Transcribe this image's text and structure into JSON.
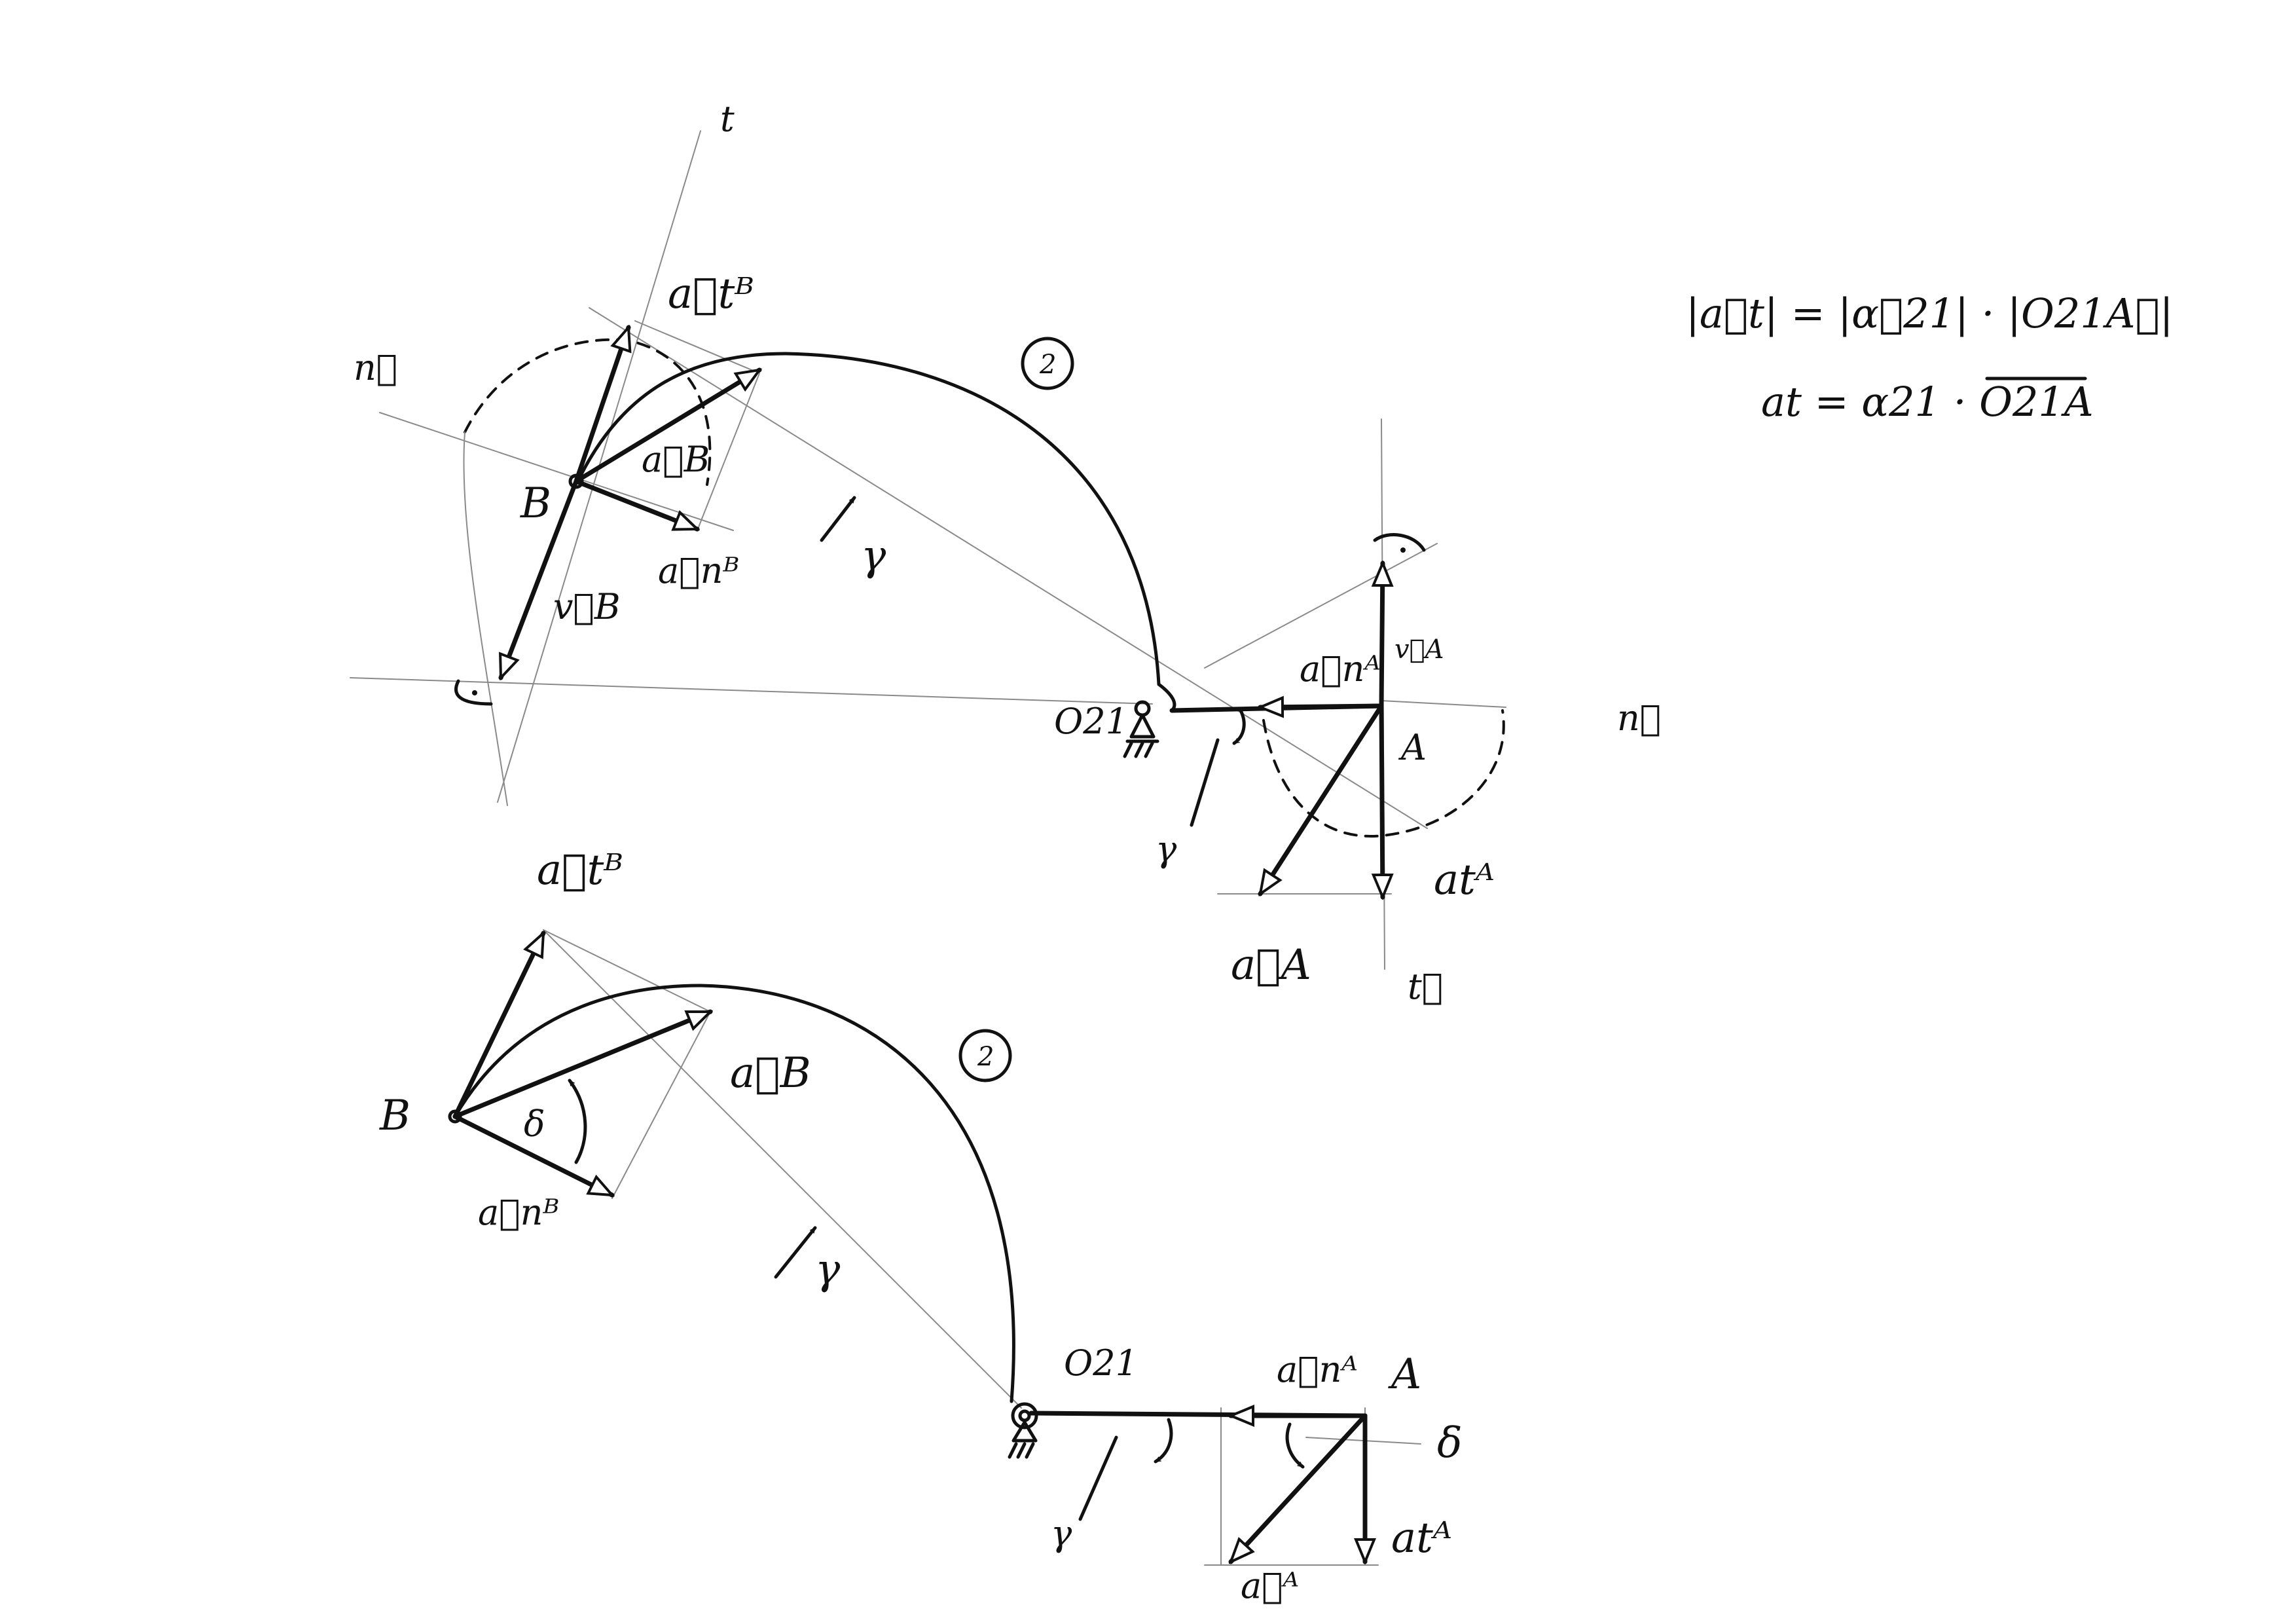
{
  "formulas": {
    "line1": "|a⃗t| = |α⃗21| · |O21A⃗|",
    "line2": "at = α21 · O21A"
  },
  "top_figure": {
    "body_number": "2",
    "labels": {
      "t_axis": "t",
      "n_axis_left": "n⃗",
      "at_B": "a⃗tᴮ",
      "aB": "a⃗B",
      "an_B": "a⃗nᴮ",
      "vB": "v⃗B",
      "B": "B",
      "gamma_arrow": "γ",
      "O21": "O21",
      "gamma_small": "γ",
      "an_A": "a⃗nᴬ",
      "vA": "v⃗A",
      "A": "A",
      "n_axis_right": "n⃗",
      "at_A": "atᴬ",
      "aA": "a⃗A",
      "t_axis_bottom": "t⃗"
    }
  },
  "bottom_figure": {
    "body_number": "2",
    "labels": {
      "at_B": "a⃗tᴮ",
      "aB": "a⃗B",
      "B": "B",
      "delta_B": "δ",
      "an_B": "a⃗nᴮ",
      "gamma_arrow": "γ",
      "O21": "O21",
      "an_A": "a⃗nᴬ",
      "A": "A",
      "delta_A": "δ",
      "gamma_small": "γ",
      "at_A": "atᴬ",
      "aA": "a⃗ᴬ"
    }
  }
}
